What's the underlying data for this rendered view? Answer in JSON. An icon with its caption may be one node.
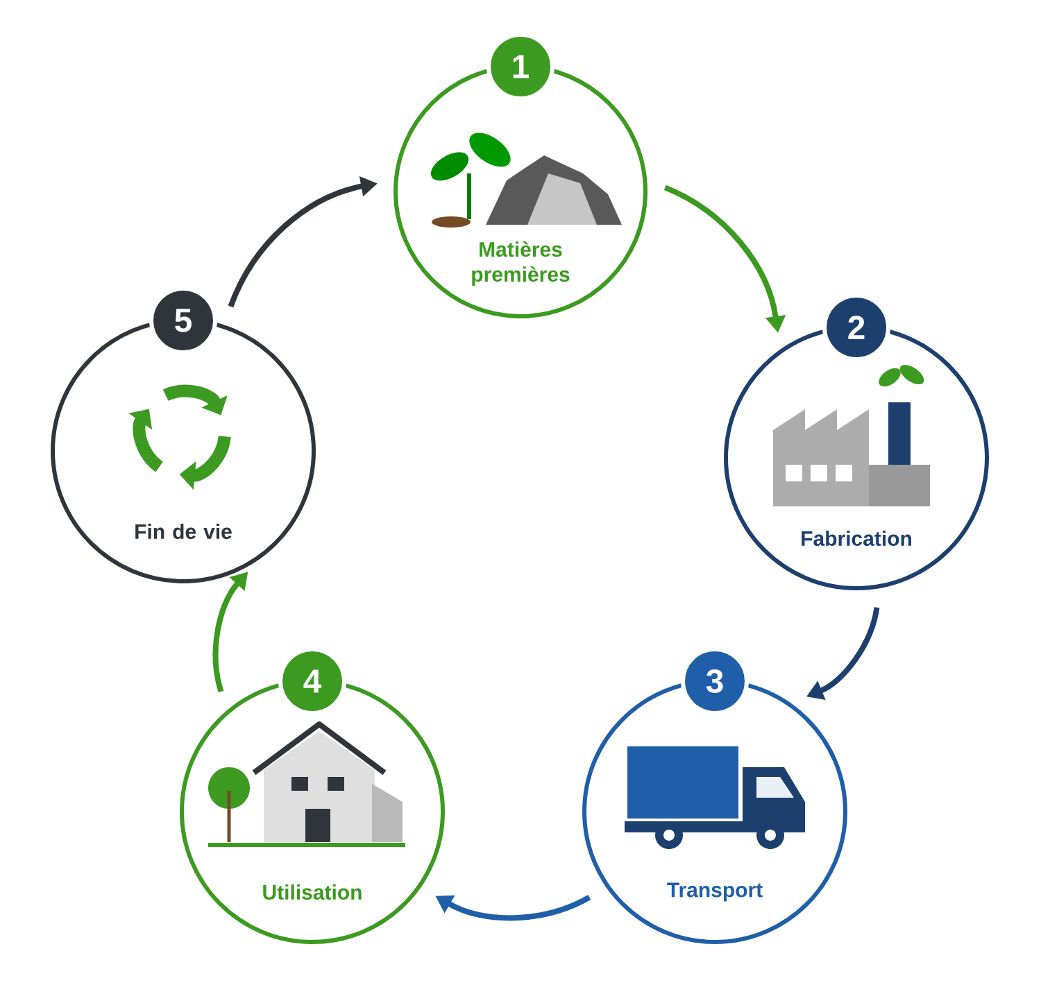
{
  "diagram": {
    "nodes": [
      {
        "text": [
          "1",
          "Matières premières"
        ]
      },
      {
        "text": [
          "2",
          "Fabrication"
        ]
      },
      {
        "text": [
          "3",
          "Transport"
        ]
      },
      {
        "text": [
          "4",
          "Utilisation"
        ]
      },
      {
        "text": [
          "5",
          "Fin de vie"
        ]
      }
    ],
    "edges": [
      {
        "from": 0,
        "to": 1,
        "arrow": "to",
        "color": "#3b9a1f"
      },
      {
        "from": 1,
        "to": 2,
        "arrow": "to",
        "color": "#1c3f6e"
      },
      {
        "from": 2,
        "to": 3,
        "arrow": "to",
        "color": "#1f5ea8"
      },
      {
        "from": 3,
        "to": 4,
        "arrow": "to",
        "color": "#3b9a1f"
      },
      {
        "from": 4,
        "to": 0,
        "arrow": "to",
        "color": "#30353b"
      }
    ]
  }
}
